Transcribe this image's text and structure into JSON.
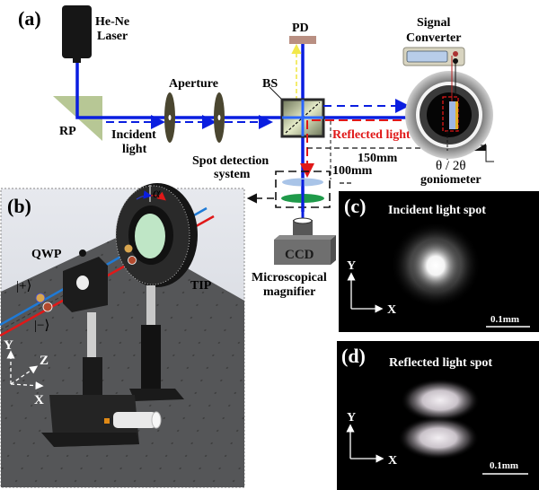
{
  "panel_a": {
    "tag": "(a)",
    "laser_label_1": "He-Ne",
    "laser_label_2": "Laser",
    "rp_label": "RP",
    "incident_label_1": "Incident",
    "incident_label_2": "light",
    "aperture_label": "Aperture",
    "bs_label": "BS",
    "pd_label": "PD",
    "signal_label_1": "Signal",
    "signal_label_2": "Converter",
    "reflected_label": "Reflected light",
    "dist_150": "150mm",
    "dist_100": "100mm",
    "theta_label": "θ / 2θ",
    "goniometer_label": "goniometer",
    "spot_label_1": "Spot detection",
    "spot_label_2": "system",
    "ccd_label": "CCD",
    "micro_label_1": "Microscopical",
    "micro_label_2": "magnifier"
  },
  "panel_b": {
    "tag": "(b)",
    "qwp_label": "QWP",
    "tip_label": "TIP",
    "alpha_label": "α",
    "plus_state": "|+⟩",
    "minus_state": "|−⟩",
    "axis_y": "Y",
    "axis_z": "Z",
    "axis_x": "X"
  },
  "panel_c": {
    "tag": "(c)",
    "title": "Incident light spot",
    "axis_y": "Y",
    "axis_x": "X",
    "scale": "0.1mm"
  },
  "panel_d": {
    "tag": "(d)",
    "title": "Reflected light spot",
    "axis_y": "Y",
    "axis_x": "X",
    "scale": "0.1mm"
  },
  "colors": {
    "beam_blue": "#0a1ee0",
    "reflected_red": "#e01818",
    "pd_yellow": "#f2e84a",
    "prism_green": "#b7c795",
    "lens_blue": "#a9c4e8",
    "lens_green": "#1f9a4a"
  }
}
